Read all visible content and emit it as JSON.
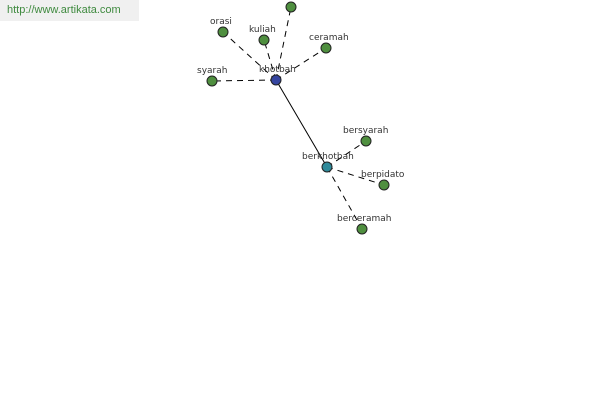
{
  "source": {
    "text": "http://www.artikata.com"
  },
  "colors": {
    "peripheral": "#4f8f3f",
    "primary": "#3545a0",
    "secondary": "#2f8a9a"
  },
  "nodes": [
    {
      "id": "khotbah",
      "label": "khotbah",
      "kind": "primary"
    },
    {
      "id": "berkhotbah",
      "label": "berkhotbah",
      "kind": "secondary"
    },
    {
      "id": "orasi",
      "label": "orasi",
      "kind": "peripheral"
    },
    {
      "id": "kuliah",
      "label": "kuliah",
      "kind": "peripheral"
    },
    {
      "id": "ceramah",
      "label": "ceramah",
      "kind": "peripheral"
    },
    {
      "id": "syarah",
      "label": "syarah",
      "kind": "peripheral"
    },
    {
      "id": "top",
      "label": "",
      "kind": "peripheral"
    },
    {
      "id": "bersyarah",
      "label": "bersyarah",
      "kind": "peripheral"
    },
    {
      "id": "berpidato",
      "label": "berpidato",
      "kind": "peripheral"
    },
    {
      "id": "berceramah",
      "label": "berceramah",
      "kind": "peripheral"
    }
  ],
  "edges": [
    {
      "from": "khotbah",
      "to": "orasi",
      "style": "dashed"
    },
    {
      "from": "khotbah",
      "to": "kuliah",
      "style": "dashed"
    },
    {
      "from": "khotbah",
      "to": "top",
      "style": "dashed"
    },
    {
      "from": "khotbah",
      "to": "ceramah",
      "style": "dashed"
    },
    {
      "from": "khotbah",
      "to": "syarah",
      "style": "dashed"
    },
    {
      "from": "khotbah",
      "to": "berkhotbah",
      "style": "solid"
    },
    {
      "from": "berkhotbah",
      "to": "bersyarah",
      "style": "dashed"
    },
    {
      "from": "berkhotbah",
      "to": "berpidato",
      "style": "dashed"
    },
    {
      "from": "berkhotbah",
      "to": "berceramah",
      "style": "dashed"
    }
  ]
}
